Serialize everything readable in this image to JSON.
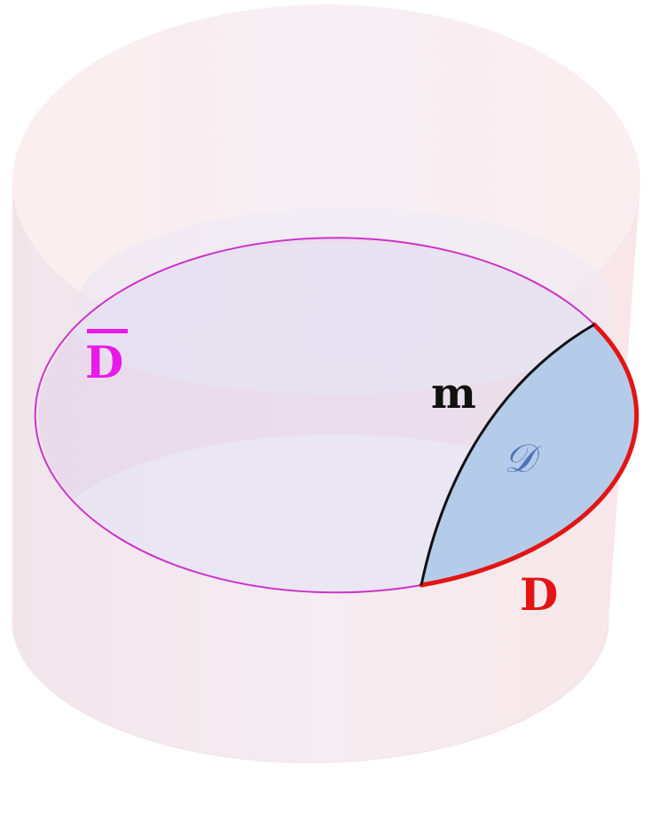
{
  "labels": {
    "d_bar": "D",
    "m": "m",
    "d_script": "𝒟",
    "d": "D"
  },
  "colors": {
    "d_bar": "#e81ae8",
    "m": "#111111",
    "d_script": "#4f73b8",
    "d": "#e31414",
    "region_fill": "#b4cbe9",
    "ellipse_stroke": "#cc33cc",
    "cylinder_tint": "#f3e6ec"
  }
}
